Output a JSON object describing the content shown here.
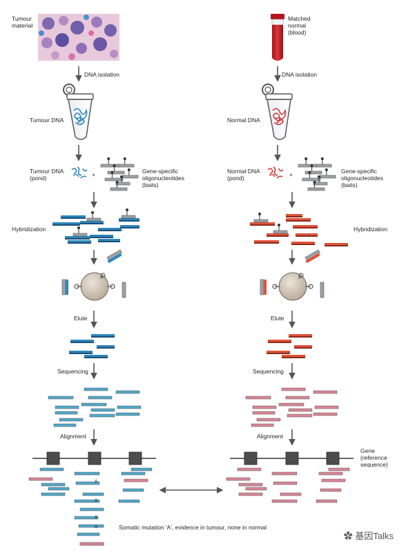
{
  "left": {
    "source_label": "Tumour\nmaterial",
    "isolation_label": "DNA isolation",
    "tube_label": "Tumour DNA",
    "pond_label": "Tumour DNA\n(pond)",
    "baits_label": "Gene-specific\noligonucleotides\n(baits)",
    "hybridization_label": "Hybridization",
    "elute_label": "Elute",
    "sequencing_label": "Sequencing",
    "alignment_label": "Alignment",
    "plus": "+",
    "mutation_letter": "A"
  },
  "right": {
    "source_label": "Matched\nnormal\n(blood)",
    "isolation_label": "DNA isolation",
    "tube_label": "Normal DNA",
    "pond_label": "Normal DNA\n(pond)",
    "baits_label": "Gene-specific\noligonucleotides\n(baits)",
    "hybridization_label": "Hybridization",
    "elute_label": "Elute",
    "sequencing_label": "Sequencing",
    "alignment_label": "Alignment",
    "gene_label": "Gene\n(reference\nsequence)",
    "plus": "+"
  },
  "somatic_note": "Somatic mutation 'A', evidence in tumour, none in normal",
  "watermark": "基因Talks",
  "colors": {
    "tumour": "#2f86b8",
    "tumour_dark": "#1b4f7a",
    "normal": "#e0533a",
    "normal_dark": "#8a2a1a",
    "bait": "#9aa3a8",
    "read_left": "#55a7c9",
    "read_right": "#d88896",
    "bead": "#cfc3b5",
    "arrow": "#555555",
    "exon": "#4d4d4d"
  }
}
